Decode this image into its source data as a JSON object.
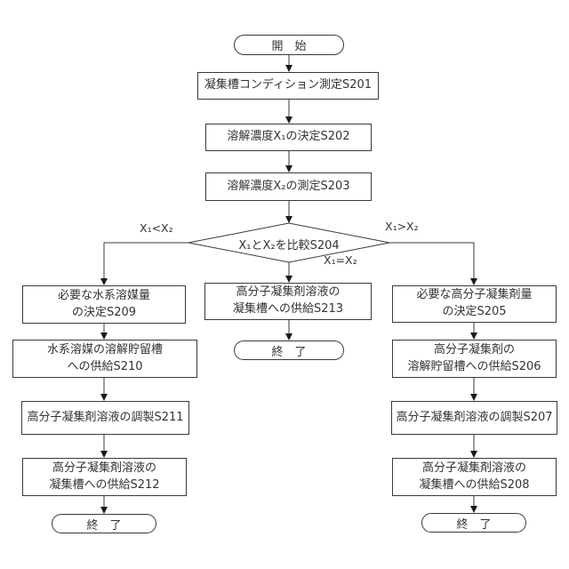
{
  "flowchart": {
    "title": "polymer-flocculant-dissolution-flowchart",
    "start": {
      "label": "開　始"
    },
    "decision": {
      "label": "X₁とX₂を比較S204"
    },
    "branches": {
      "left_condition": "X₁<X₂",
      "middle_condition": "X₁=X₂",
      "right_condition": "X₁>X₂"
    },
    "nodes": {
      "s201": {
        "lines": [
          "凝集槽コンディション測定S201"
        ]
      },
      "s202": {
        "lines": [
          "溶解濃度X₁の決定S202"
        ]
      },
      "s203": {
        "lines": [
          "溶解濃度X₂の測定S203"
        ]
      },
      "s205": {
        "lines": [
          "必要な高分子凝集剤量",
          "の決定S205"
        ]
      },
      "s206": {
        "lines": [
          "高分子凝集剤の",
          "溶解貯留槽への供給S206"
        ]
      },
      "s207": {
        "lines": [
          "高分子凝集剤溶液の調製S207"
        ]
      },
      "s208": {
        "lines": [
          "高分子凝集剤溶液の",
          "凝集槽への供給S208"
        ]
      },
      "s209": {
        "lines": [
          "必要な水系溶媒量",
          "の決定S209"
        ]
      },
      "s210": {
        "lines": [
          "水系溶媒の溶解貯留槽",
          "への供給S210"
        ]
      },
      "s211": {
        "lines": [
          "高分子凝集剤溶液の調製S211"
        ]
      },
      "s212": {
        "lines": [
          "高分子凝集剤溶液の",
          "凝集槽への供給S212"
        ]
      },
      "s213": {
        "lines": [
          "高分子凝集剤溶液の",
          "凝集槽への供給S213"
        ]
      }
    },
    "end_left": {
      "label": "終　了"
    },
    "end_middle": {
      "label": "終　了"
    },
    "end_right": {
      "label": "終　了"
    },
    "colors": {
      "line": "#3a3a3a",
      "arrow": "#1a1a1a",
      "text": "#333333",
      "background": "#ffffff"
    }
  }
}
